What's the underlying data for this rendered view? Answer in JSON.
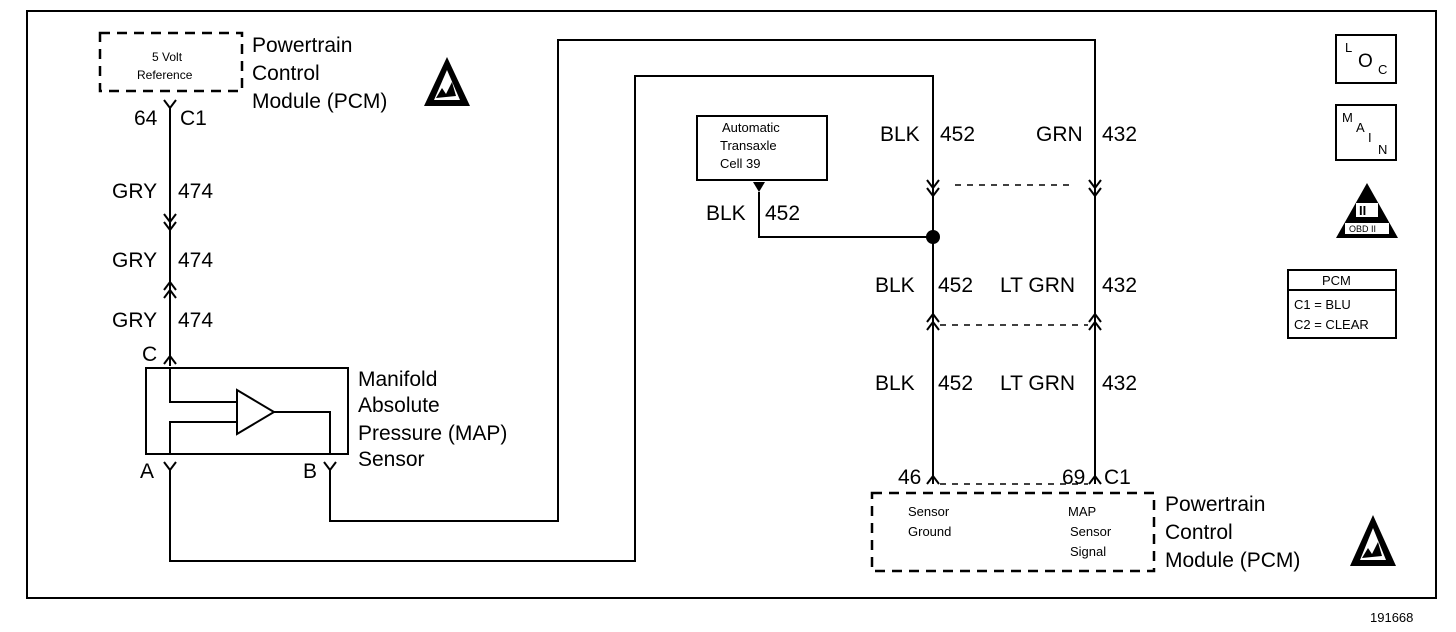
{
  "diagram": {
    "title_fragment": "",
    "figure_number": "191668",
    "top_pcm": {
      "ref_line1": "5 Volt",
      "ref_line2": "Reference",
      "label_line1": "Powertrain",
      "label_line2": "Control",
      "label_line3": "Module (PCM)",
      "pin": "64",
      "connector": "C1"
    },
    "left_wire": {
      "color1": "GRY",
      "circuit1": "474",
      "color2": "GRY",
      "circuit2": "474",
      "color3": "GRY",
      "circuit3": "474"
    },
    "map_sensor": {
      "line1": "Manifold",
      "line2": "Absolute",
      "line3": "Pressure (MAP)",
      "line4": "Sensor",
      "pin_c": "C",
      "pin_a": "A",
      "pin_b": "B"
    },
    "auto_trans": {
      "line1": "Automatic",
      "line2": "Transaxle",
      "line3": "Cell 39",
      "wire_color": "BLK",
      "wire_circuit": "452"
    },
    "ground_wire": {
      "top_color": "BLK",
      "top_circuit": "452",
      "mid_color": "BLK",
      "mid_circuit": "452",
      "bot_color": "BLK",
      "bot_circuit": "452"
    },
    "signal_wire": {
      "top_color": "GRN",
      "top_circuit": "432",
      "mid_color": "LT GRN",
      "mid_circuit": "432",
      "bot_color": "LT GRN",
      "bot_circuit": "432"
    },
    "bottom_pcm": {
      "pin_ground": "46",
      "pin_signal": "69",
      "connector": "C1",
      "ground_line1": "Sensor",
      "ground_line2": "Ground",
      "signal_line1": "MAP",
      "signal_line2": "Sensor",
      "signal_line3": "Signal",
      "label_line1": "Powertrain",
      "label_line2": "Control",
      "label_line3": "Module (PCM)"
    },
    "side_icons": {
      "loc_l": "L",
      "loc_o": "O",
      "loc_c": "C",
      "main_m": "M",
      "main_a": "A",
      "main_i": "I",
      "main_n": "N",
      "obd_roman": "II",
      "obd_label": "OBD II"
    },
    "pcm_legend": {
      "title": "PCM",
      "row1": "C1 = BLU",
      "row2": "C2 = CLEAR"
    }
  }
}
